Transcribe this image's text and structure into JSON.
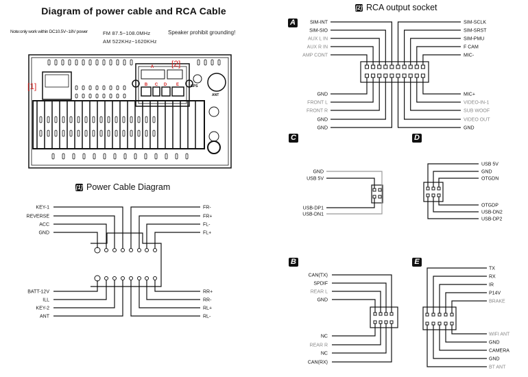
{
  "header": {
    "title": "Diagram of power cable and RCA Cable",
    "note": "Note:only work within DC10.5V~18V power",
    "fm": "FM  87.5~108.0MHz",
    "am": "AM  522KHz~1620KHz",
    "warning": "Speaker prohibit grounding!"
  },
  "head_unit": {
    "callout_1": "[1]",
    "callout_2": "[2]",
    "connector_labels": [
      "A",
      "B",
      "C",
      "D",
      "E"
    ],
    "gps_label": "GPS",
    "ant_label": "ANT",
    "accent_color": "#d62020"
  },
  "power_cable": {
    "badge": "[1]",
    "title": "Power Cable Diagram",
    "top_left": [
      "KEY-1",
      "REVERSE",
      "ACC",
      "GND"
    ],
    "top_right": [
      "FR-",
      "FR+",
      "FL-",
      "FL+"
    ],
    "bottom_left": [
      "BATT-12V",
      "ILL",
      "KEY-2",
      "ANT"
    ],
    "bottom_right": [
      "RR+",
      "RR-",
      "RL+",
      "RL-"
    ]
  },
  "rca": {
    "badge": "[2]",
    "title": "RCA output socket",
    "A": {
      "badge": "A",
      "top_left": [
        {
          "label": "SIM-INT",
          "muted": false
        },
        {
          "label": "SIM-SIO",
          "muted": false
        },
        {
          "label": "AUX L IN",
          "muted": true
        },
        {
          "label": "AUX R IN",
          "muted": true
        },
        {
          "label": "AMP CONT",
          "muted": true
        }
      ],
      "top_right": [
        {
          "label": "SIM-SCLK",
          "muted": false
        },
        {
          "label": "SIM-SRST",
          "muted": false
        },
        {
          "label": "SIM-PMU",
          "muted": false
        },
        {
          "label": "F CAM",
          "muted": false
        },
        {
          "label": "MIC-",
          "muted": false
        }
      ],
      "bottom_left": [
        {
          "label": "GND",
          "muted": false
        },
        {
          "label": "FRONT L",
          "muted": true
        },
        {
          "label": "FRONT R",
          "muted": true
        },
        {
          "label": "GND",
          "muted": false
        },
        {
          "label": "GND",
          "muted": false
        }
      ],
      "bottom_right": [
        {
          "label": "MIC+",
          "muted": false
        },
        {
          "label": "VIDEO-IN-1",
          "muted": true
        },
        {
          "label": "SUB WOOF",
          "muted": true
        },
        {
          "label": "VIDEO OUT",
          "muted": true
        },
        {
          "label": "GND",
          "muted": false
        }
      ]
    },
    "C": {
      "badge": "C",
      "labels": [
        {
          "label": "GND",
          "muted": false
        },
        {
          "label": "USB 5V",
          "muted": false
        },
        {
          "label": "USB-DP1",
          "muted": false
        },
        {
          "label": "USB-DN1",
          "muted": false
        }
      ]
    },
    "D": {
      "badge": "D",
      "top": [
        "USB 5V",
        "GND",
        "OTGDN"
      ],
      "bottom": [
        "OTGDP",
        "USB-DN2",
        "USB-DP2"
      ]
    },
    "B": {
      "badge": "B",
      "top": [
        {
          "label": "CAN(TX)",
          "muted": false
        },
        {
          "label": "SPDIF",
          "muted": false
        },
        {
          "label": "REAR L",
          "muted": true
        },
        {
          "label": "GND",
          "muted": false
        }
      ],
      "bottom": [
        {
          "label": "NC",
          "muted": false
        },
        {
          "label": "REAR R",
          "muted": true
        },
        {
          "label": "NC",
          "muted": false
        },
        {
          "label": "CAN(RX)",
          "muted": false
        }
      ]
    },
    "E": {
      "badge": "E",
      "top": [
        {
          "label": "TX",
          "muted": false
        },
        {
          "label": "RX",
          "muted": false
        },
        {
          "label": "IR",
          "muted": false
        },
        {
          "label": "P14V",
          "muted": false
        },
        {
          "label": "BRAKE",
          "muted": true
        }
      ],
      "bottom": [
        {
          "label": "WIFI ANT",
          "muted": true
        },
        {
          "label": "GND",
          "muted": false
        },
        {
          "label": "CAMERA",
          "muted": false
        },
        {
          "label": "GND",
          "muted": false
        },
        {
          "label": "BT ANT",
          "muted": true
        }
      ]
    }
  }
}
